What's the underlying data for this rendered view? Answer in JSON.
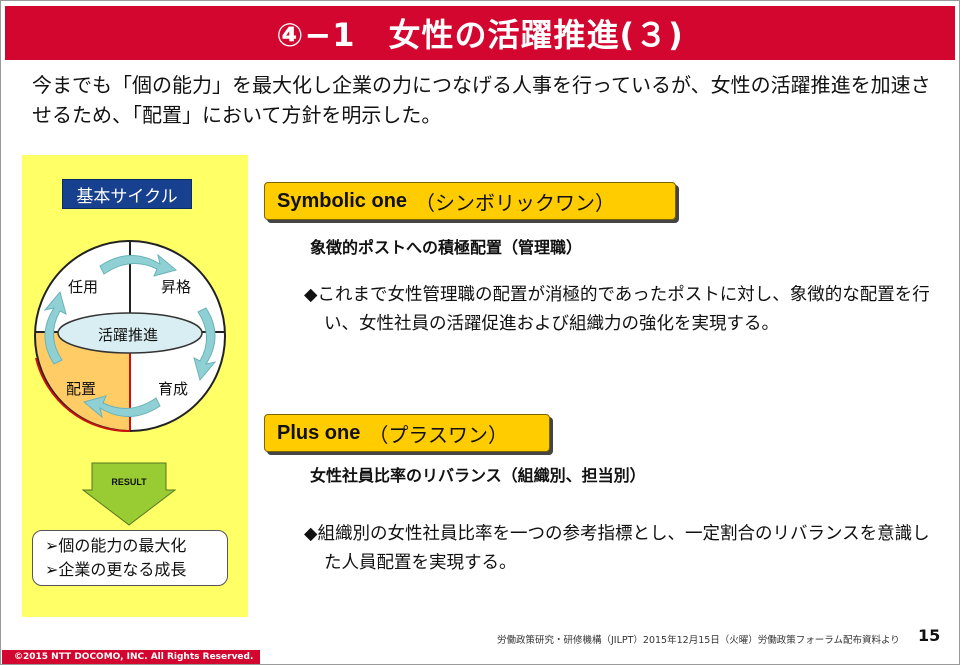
{
  "title": "④−1　女性の活躍推進(３)",
  "intro": "今までも「個の能力」を最大化し企業の力につなげる人事を行っているが、女性の活躍推進を加速させるため、「配置」において方針を明示した。",
  "cycle": {
    "label": "基本サイクル",
    "center": "活躍推進",
    "top_left": "任用",
    "top_right": "昇格",
    "bottom_left": "配置",
    "bottom_right": "育成",
    "highlight_color": "#ffcc66"
  },
  "result": {
    "label": "RESULT",
    "items": [
      "➢個の能力の最大化",
      "➢企業の更なる成長"
    ]
  },
  "sections": [
    {
      "title_en": "Symbolic one",
      "title_jp": "（シンボリックワン）",
      "subheading": "象徴的ポストへの積極配置（管理職）",
      "bullet": "◆これまで女性管理職の配置が消極的であったポストに対し、象徴的な配置を行い、女性社員の活躍促進および組織力の強化を実現する。"
    },
    {
      "title_en": "Plus one",
      "title_jp": "（プラスワン）",
      "subheading": "女性社員比率のリバランス（組織別、担当別）",
      "bullet": "◆組織別の女性社員比率を一つの参考指標とし、一定割合のリバランスを意識した人員配置を実現する。"
    }
  ],
  "footer": {
    "source": "労働政策研究・研修機構（JILPT）2015年12月15日（火曜）労働政策フォーラム配布資料より",
    "page": "15",
    "copyright": "©2015 NTT DOCOMO, INC. All Rights Reserved."
  },
  "colors": {
    "title_bar": "#d3062f",
    "panel": "#ffff66",
    "pill": "#ffcc00",
    "cycle_label_bg": "#17408f",
    "arrow": "#8fd0d4"
  }
}
